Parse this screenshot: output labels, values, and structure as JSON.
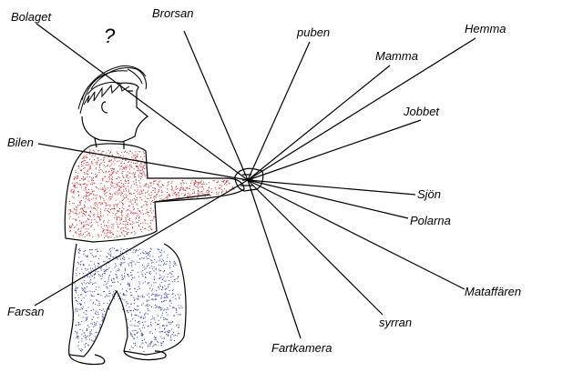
{
  "question_mark": "?",
  "destinations": [
    {
      "id": "bolaget",
      "label": "Bolaget"
    },
    {
      "id": "brorsan",
      "label": "Brorsan"
    },
    {
      "id": "puben",
      "label": "puben"
    },
    {
      "id": "hemma",
      "label": "Hemma"
    },
    {
      "id": "mamma",
      "label": "Mamma"
    },
    {
      "id": "jobbet",
      "label": "Jobbet"
    },
    {
      "id": "bilen",
      "label": "Bilen"
    },
    {
      "id": "sjon",
      "label": "Sjön"
    },
    {
      "id": "polarna",
      "label": "Polarna"
    },
    {
      "id": "mataffaren",
      "label": "Mataffären"
    },
    {
      "id": "syrran",
      "label": "syrran"
    },
    {
      "id": "fartkamera",
      "label": "Fartkamera"
    },
    {
      "id": "farsan",
      "label": "Farsan"
    }
  ],
  "colors": {
    "line": "#000000",
    "shirt_speckle": "#cc2222",
    "pants_speckle": "#2233bb",
    "background": "#ffffff"
  }
}
